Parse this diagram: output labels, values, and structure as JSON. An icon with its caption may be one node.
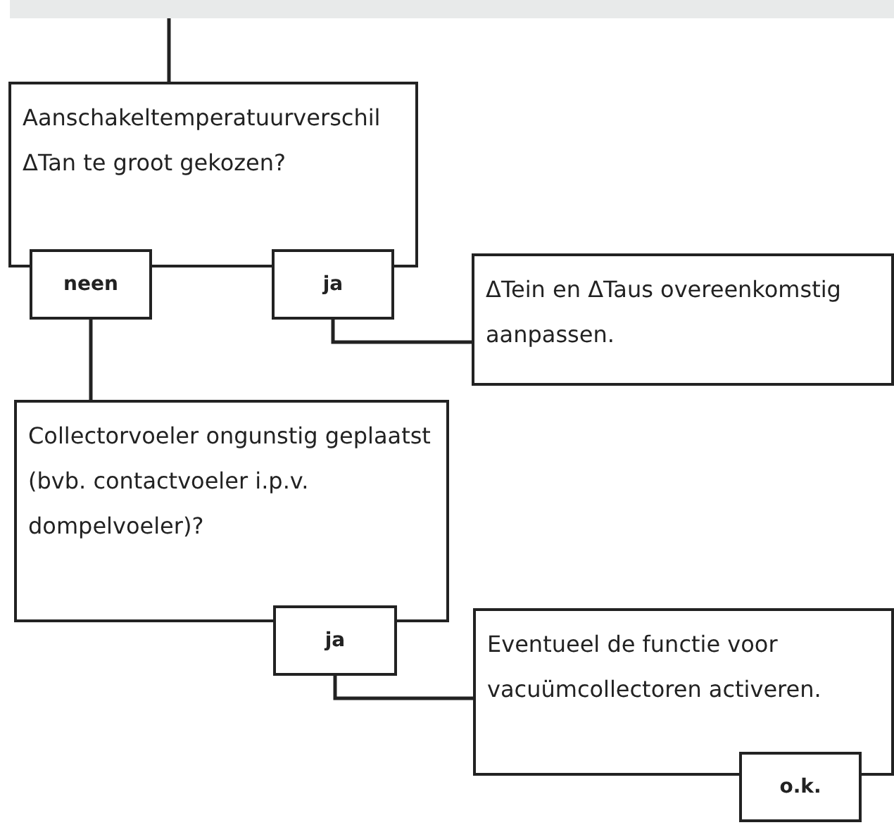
{
  "diagram": {
    "nodes": [
      {
        "text": [],
        "shape": "bar"
      },
      {
        "text": [
          "Aanschakeltemperatuurverschil ΔTan te groot gekozen?"
        ]
      },
      {
        "text": [
          "neen"
        ]
      },
      {
        "text": [
          "ja"
        ]
      },
      {
        "text": [
          "ΔTein en ΔTaus overeenkomstig aanpassen."
        ]
      },
      {
        "text": [
          "Collectorvoeler ongunstig geplaatst (bvb. contactvoeler i.p.v. dompelvoeler)?"
        ]
      },
      {
        "text": [
          "ja"
        ]
      },
      {
        "text": [
          "Eventueel de functie voor vacuümcollectoren activeren."
        ]
      },
      {
        "text": [
          "o.k."
        ]
      }
    ],
    "edges": [
      {
        "from": 0,
        "to": 1,
        "arrow": "none"
      },
      {
        "from": 3,
        "to": 4,
        "arrow": "none"
      },
      {
        "from": 2,
        "to": 5,
        "arrow": "none"
      },
      {
        "from": 6,
        "to": 7,
        "arrow": "none"
      }
    ]
  }
}
